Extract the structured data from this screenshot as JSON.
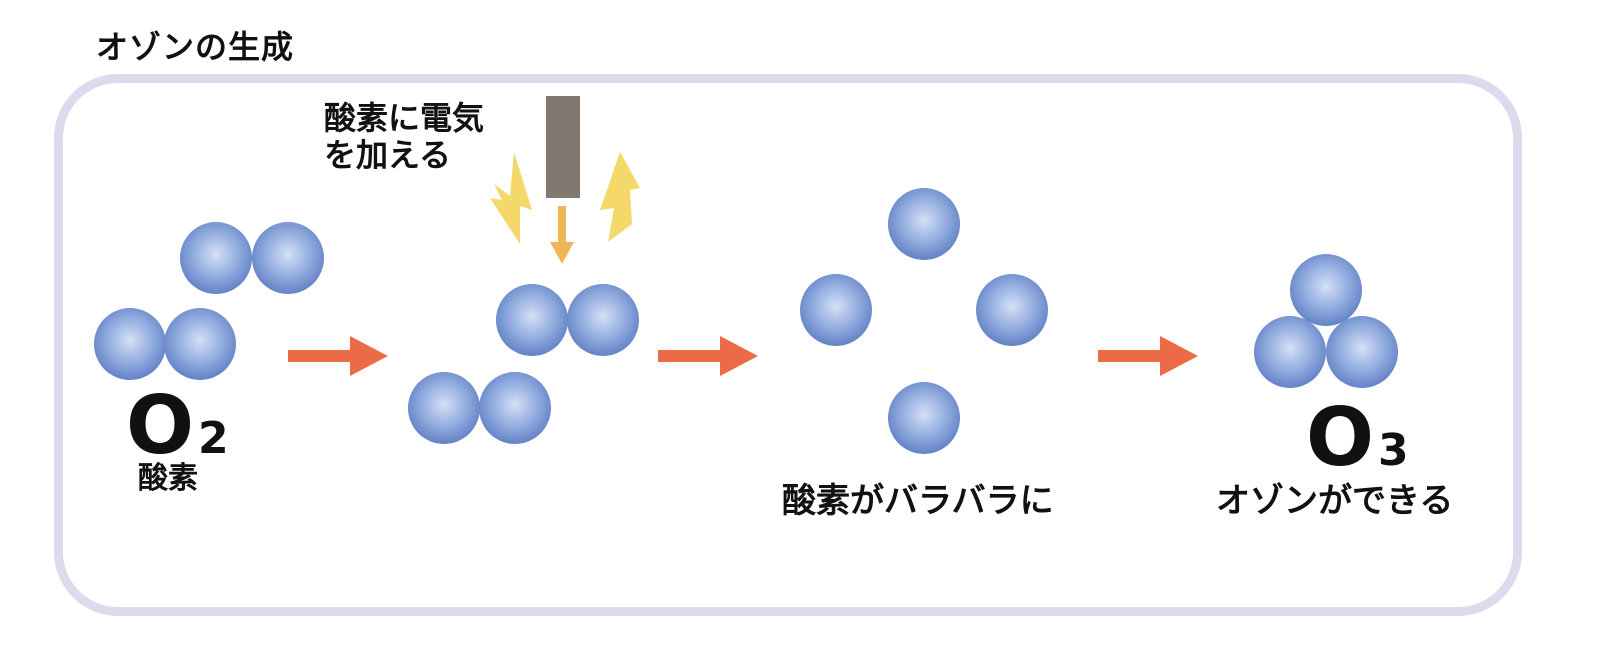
{
  "title": "オゾンの生成",
  "labels": {
    "o2_formula": "O",
    "o2_sub": "2",
    "o2_name": "酸素",
    "electricity_line1": "酸素に電気",
    "electricity_line2": "を加える",
    "separated": "酸素がバラバラに",
    "o3_formula": "O",
    "o3_sub": "3",
    "o3_name": "オゾンができる"
  },
  "colors": {
    "atom_center": "#c9d7f2",
    "atom_edge": "#6382c6",
    "arrow": "#ec6a45",
    "electrode": "#827870",
    "lightning": "#f4d86a",
    "down_arrow": "#efb658",
    "panel_border": "#dcdbed"
  },
  "icons": [
    "oxygen-atom",
    "electrode",
    "lightning-bolt",
    "right-arrow",
    "down-arrow"
  ]
}
